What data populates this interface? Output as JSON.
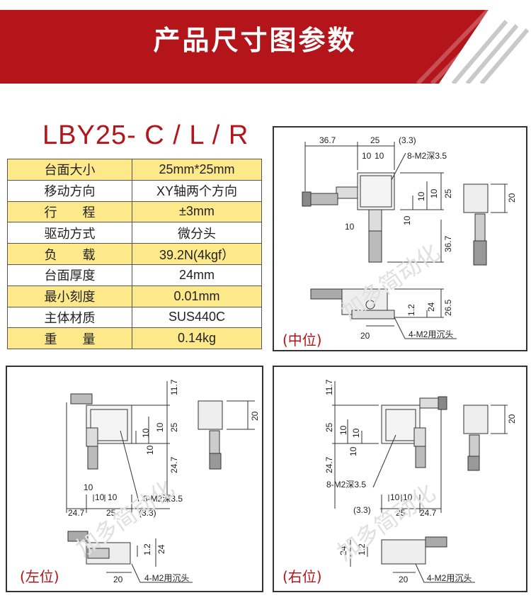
{
  "header": {
    "title": "产品尺寸图参数"
  },
  "product": {
    "model": "LBY25- C / L / R"
  },
  "specs": [
    {
      "key": "台面大小",
      "value": "25mm*25mm"
    },
    {
      "key": "移动方向",
      "value": "XY轴两个方向"
    },
    {
      "key": "行　　程",
      "value": "±3mm"
    },
    {
      "key": "驱动方式",
      "value": "微分头"
    },
    {
      "key": "负　　载",
      "value": "39.2N(4kgf）"
    },
    {
      "key": "台面厚度",
      "value": "24mm"
    },
    {
      "key": "最小刻度",
      "value": "0.01mm"
    },
    {
      "key": "主体材质",
      "value": "SUS440C"
    },
    {
      "key": "重　　量",
      "value": "0.14kg"
    }
  ],
  "drawings": {
    "center": {
      "caption": "(中位)",
      "dims": {
        "d36_7": "36.7",
        "d25": "25",
        "d3_3": "(3.3)",
        "d10a": "10",
        "d10b": "10",
        "m2": "8-M2深3.5",
        "v25": "25",
        "v10a": "10",
        "v10b": "10",
        "v20": "20",
        "h10": "10",
        "v10c": "10",
        "v36_7": "36.7",
        "s1_2": "1.2",
        "s24": "24",
        "s26_5": "26.5",
        "b20": "20",
        "m2b": "4-M2用沉头"
      }
    },
    "left": {
      "caption": "(左位)",
      "dims": {
        "v11_7": "11.7",
        "v25": "25",
        "v10a": "10",
        "v10b": "10",
        "v20": "20",
        "v10c": "10",
        "v24_7": "24.7",
        "h10": "10",
        "h10a": "10",
        "h10b": "10",
        "m2": "8-M2深3.5",
        "d24_7": "24.7",
        "d25": "25",
        "d3_3": "(3.3)",
        "s1_2": "1.2",
        "s24": "24",
        "b20": "20",
        "m2b": "4-M2用沉头"
      }
    },
    "right": {
      "caption": "(右位)",
      "dims": {
        "v11_7": "11.7",
        "v25": "25",
        "v10a": "10",
        "v10b": "10",
        "v24_7": "24.7",
        "v10c": "10",
        "v20": "20",
        "m2": "8-M2深3.5",
        "h10a": "10",
        "h10b": "10",
        "d3_3": "(3.3)",
        "d25": "25",
        "d24_7": "24.7",
        "s24": "24",
        "s1_2": "1.2",
        "b20": "20",
        "m2b": "4-M2用沉头"
      }
    }
  },
  "watermark": "加多简动化",
  "colors": {
    "banner_red": "#b3151a",
    "banner_dark": "#9b1116",
    "caption_red": "#b3151a",
    "row_yellow": "#fde98a"
  }
}
